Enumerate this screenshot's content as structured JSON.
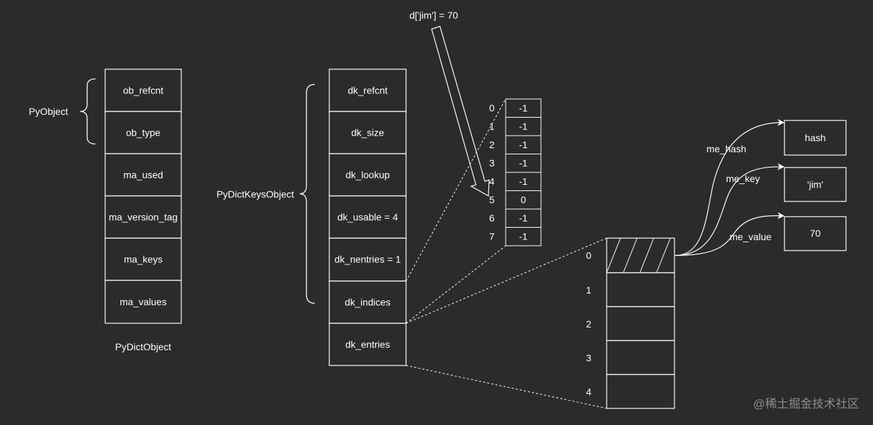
{
  "pydict": {
    "fields": [
      "ob_refcnt",
      "ob_type",
      "ma_used",
      "ma_version_tag",
      "ma_keys",
      "ma_values"
    ],
    "caption": "PyDictObject",
    "brace_label": "PyObject"
  },
  "keys_object": {
    "fields": [
      "dk_refcnt",
      "dk_size",
      "dk_lookup",
      "dk_usable = 4",
      "dk_nentries = 1",
      "dk_indices",
      "dk_entries"
    ],
    "brace_label": "PyDictKeysObject"
  },
  "assignment_label": "d['jim'] = 70",
  "indices": {
    "labels": [
      "0",
      "1",
      "2",
      "3",
      "4",
      "5",
      "6",
      "7"
    ],
    "values": [
      "-1",
      "-1",
      "-1",
      "-1",
      "-1",
      "0",
      "-1",
      "-1"
    ]
  },
  "entries": {
    "labels": [
      "0",
      "1",
      "2",
      "3",
      "4"
    ]
  },
  "entry_fields": [
    {
      "label": "me_hash",
      "value": "hash"
    },
    {
      "label": "me_key",
      "value": "'jim'"
    },
    {
      "label": "me_value",
      "value": "70"
    }
  ],
  "watermark": "@稀土掘金技术社区"
}
